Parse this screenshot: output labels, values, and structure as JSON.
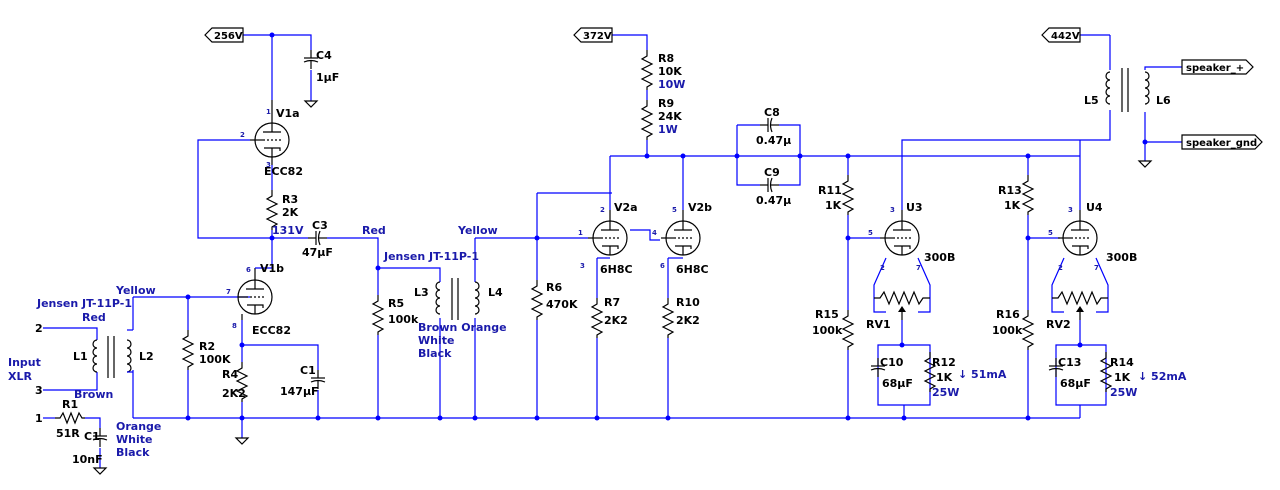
{
  "rails": {
    "v256": "256V",
    "v372": "372V",
    "v442": "442V"
  },
  "ports": {
    "speaker_plus": "speaker_+",
    "speaker_gnd": "speaker_gnd"
  },
  "input": {
    "title_line1": "Input",
    "title_line2": "XLR",
    "pin2": "2",
    "pin3": "3",
    "pin1": "1"
  },
  "tubes": {
    "v1a": {
      "name": "V1a",
      "type": "ECC82"
    },
    "v1b": {
      "name": "V1b",
      "type": "ECC82"
    },
    "v2a": {
      "name": "V2a",
      "type": "6H8C"
    },
    "v2b": {
      "name": "V2b",
      "type": "6H8C"
    },
    "u3": {
      "name": "U3",
      "type": "300B"
    },
    "u4": {
      "name": "U4",
      "type": "300B"
    }
  },
  "resistors": {
    "r1": {
      "name": "R1",
      "value": "51R"
    },
    "r2": {
      "name": "R2",
      "value": "100K"
    },
    "r3": {
      "name": "R3",
      "value": "2K"
    },
    "r4": {
      "name": "R4",
      "value": "2K2"
    },
    "r5": {
      "name": "R5",
      "value": "100k"
    },
    "r6": {
      "name": "R6",
      "value": "470K"
    },
    "r7": {
      "name": "R7",
      "value": "2K2"
    },
    "r8": {
      "name": "R8",
      "value": "10K",
      "power": "10W"
    },
    "r9": {
      "name": "R9",
      "value": "24K",
      "power": "1W"
    },
    "r10": {
      "name": "R10",
      "value": "2K2"
    },
    "r11": {
      "name": "R11",
      "value": "1K"
    },
    "r12": {
      "name": "R12",
      "value": "1K",
      "power": "25W"
    },
    "r13": {
      "name": "R13",
      "value": "1K"
    },
    "r14": {
      "name": "R14",
      "value": "1K",
      "power": "25W"
    },
    "r15": {
      "name": "R15",
      "value": "100k"
    },
    "r16": {
      "name": "R16",
      "value": "100k"
    },
    "rv1": {
      "name": "RV1"
    },
    "rv2": {
      "name": "RV2"
    }
  },
  "capacitors": {
    "c1": {
      "name": "C1",
      "value": "147µF"
    },
    "c1b": {
      "name": "C1",
      "value": "10nF"
    },
    "c3": {
      "name": "C3",
      "value": "47µF"
    },
    "c4": {
      "name": "C4",
      "value": "1µF"
    },
    "c8": {
      "name": "C8",
      "value": "0.47µ"
    },
    "c9": {
      "name": "C9",
      "value": "0.47µ"
    },
    "c10": {
      "name": "C10",
      "value": "68µF"
    },
    "c13": {
      "name": "C13",
      "value": "68µF"
    }
  },
  "inductors": {
    "l1": "L1",
    "l2": "L2",
    "l3": "L3",
    "l4": "L4",
    "l5": "L5",
    "l6": "L6"
  },
  "annotations": {
    "t1_label": "Jensen JT-11P-1",
    "t1_red": "Red",
    "t1_yellow": "Yellow",
    "t1_brown": "Brown",
    "t1_orange": "Orange",
    "t1_white": "White",
    "t1_black": "Black",
    "t2_label": "Jensen JT-11P-1",
    "t2_red": "Red",
    "t2_yellow": "Yellow",
    "t2_brown_orange": "Brown Orange",
    "t2_white": "White",
    "t2_black": "Black",
    "v131": "131V",
    "i51": "↓ 51mA",
    "i52": "↓ 52mA"
  },
  "colors": {
    "wire": "#0000ff",
    "component": "#000000",
    "annotation": "#1a1aaa"
  }
}
